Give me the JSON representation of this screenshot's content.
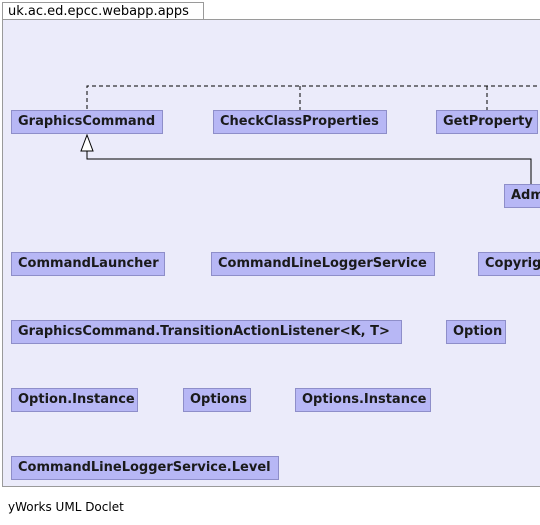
{
  "package": {
    "name": "uk.ac.ed.epcc.webapp.apps"
  },
  "classes": [
    {
      "id": "graphics_command",
      "label": "GraphicsCommand"
    },
    {
      "id": "check_class_properties",
      "label": "CheckClassProperties"
    },
    {
      "id": "get_property",
      "label": "GetProperty"
    },
    {
      "id": "admin_partial",
      "label": "Adm"
    },
    {
      "id": "command_launcher",
      "label": "CommandLauncher"
    },
    {
      "id": "command_line_logger_service",
      "label": "CommandLineLoggerService"
    },
    {
      "id": "copyright_partial",
      "label": "Copyrig"
    },
    {
      "id": "transition_action_listener",
      "label": "GraphicsCommand.TransitionActionListener<K, T>"
    },
    {
      "id": "option",
      "label": "Option"
    },
    {
      "id": "option_instance",
      "label": "Option.Instance"
    },
    {
      "id": "options",
      "label": "Options"
    },
    {
      "id": "options_instance",
      "label": "Options.Instance"
    },
    {
      "id": "logger_level",
      "label": "CommandLineLoggerService.Level"
    }
  ],
  "colors": {
    "canvas": "#ebebfa",
    "class_fill": "#b7b7f5",
    "class_border": "#8e8ec9"
  },
  "footer": {
    "text": "yWorks UML Doclet"
  }
}
